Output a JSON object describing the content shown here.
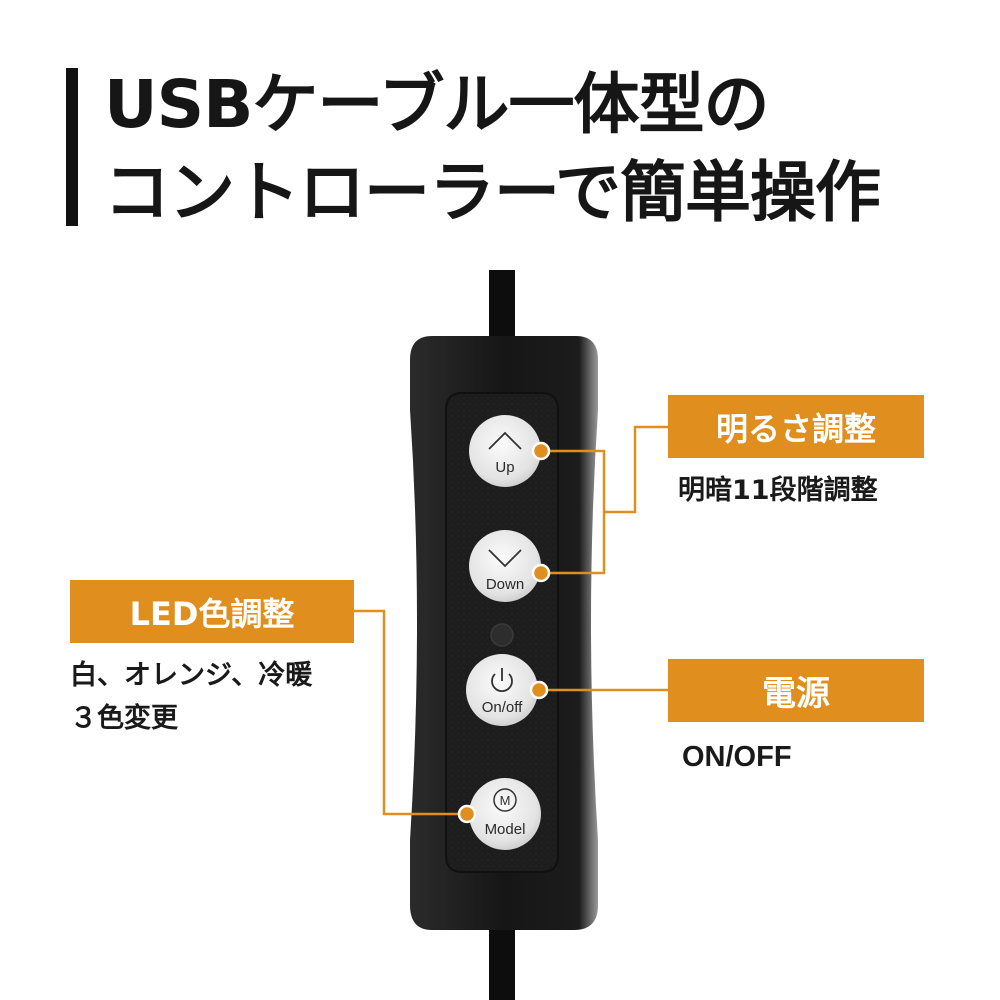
{
  "title": {
    "line1": "USBケーブル一体型の",
    "line2": "コントローラーで簡単操作"
  },
  "colors": {
    "accent": "#e08f1f",
    "controller": "#151515",
    "button": "#e7e7e7"
  },
  "callouts": {
    "brightness": {
      "label": "明るさ調整",
      "desc": "明暗11段階調整"
    },
    "color": {
      "label": "LED色調整",
      "desc_line1": "白、オレンジ、冷暖",
      "desc_line2": "３色変更"
    },
    "power": {
      "label": "電源",
      "desc": "ON/OFF"
    }
  },
  "buttons": {
    "up": {
      "label": "Up",
      "icon": "chevron-up-icon"
    },
    "down": {
      "label": "Down",
      "icon": "chevron-down-icon"
    },
    "power": {
      "label": "On/off",
      "icon": "power-icon"
    },
    "mode": {
      "label": "Model",
      "icon": "m-circle-icon"
    }
  }
}
